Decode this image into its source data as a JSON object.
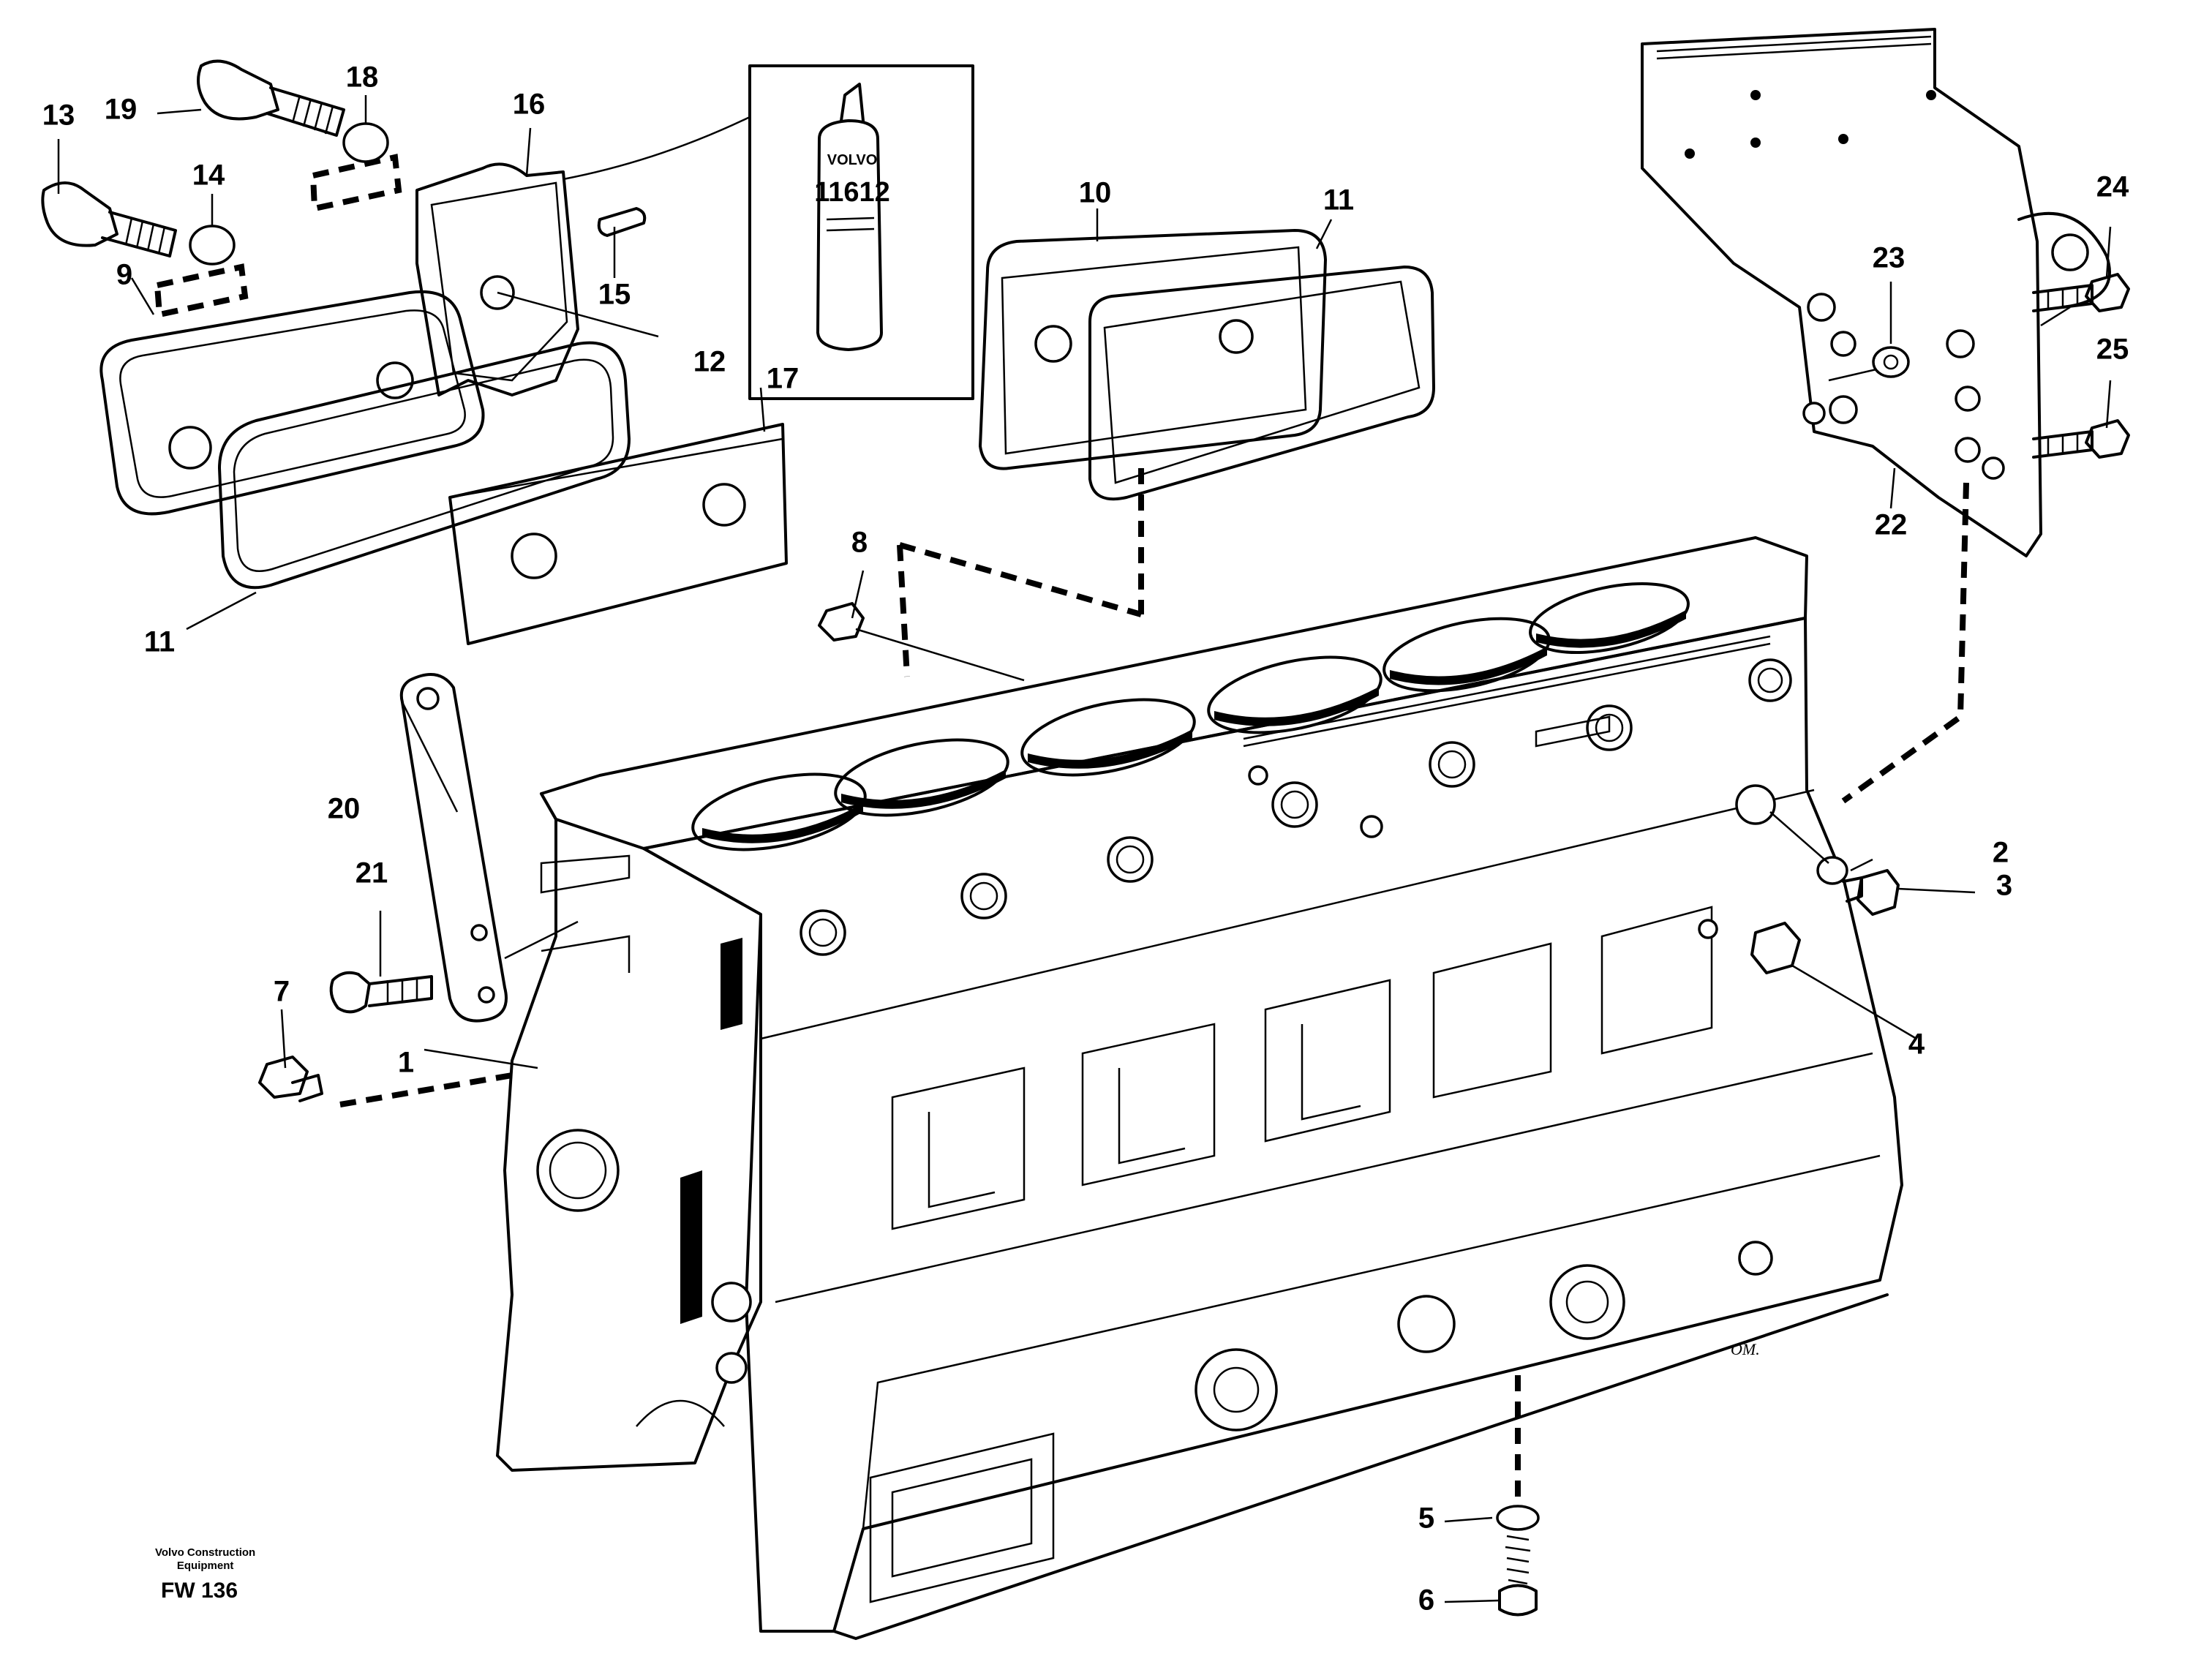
{
  "diagram": {
    "callouts": [
      "1",
      "2",
      "3",
      "4",
      "5",
      "6",
      "7",
      "8",
      "9",
      "10",
      "11",
      "11",
      "12",
      "13",
      "14",
      "15",
      "16",
      "17",
      "18",
      "19",
      "20",
      "21",
      "22",
      "23",
      "24",
      "25"
    ],
    "kit_can": {
      "brand": "VOLVO",
      "number": "11612"
    },
    "footer": {
      "company_line1": "Volvo Construction",
      "company_line2": "Equipment",
      "drawing_code": "FW 136"
    },
    "artist_mark": "OM."
  }
}
